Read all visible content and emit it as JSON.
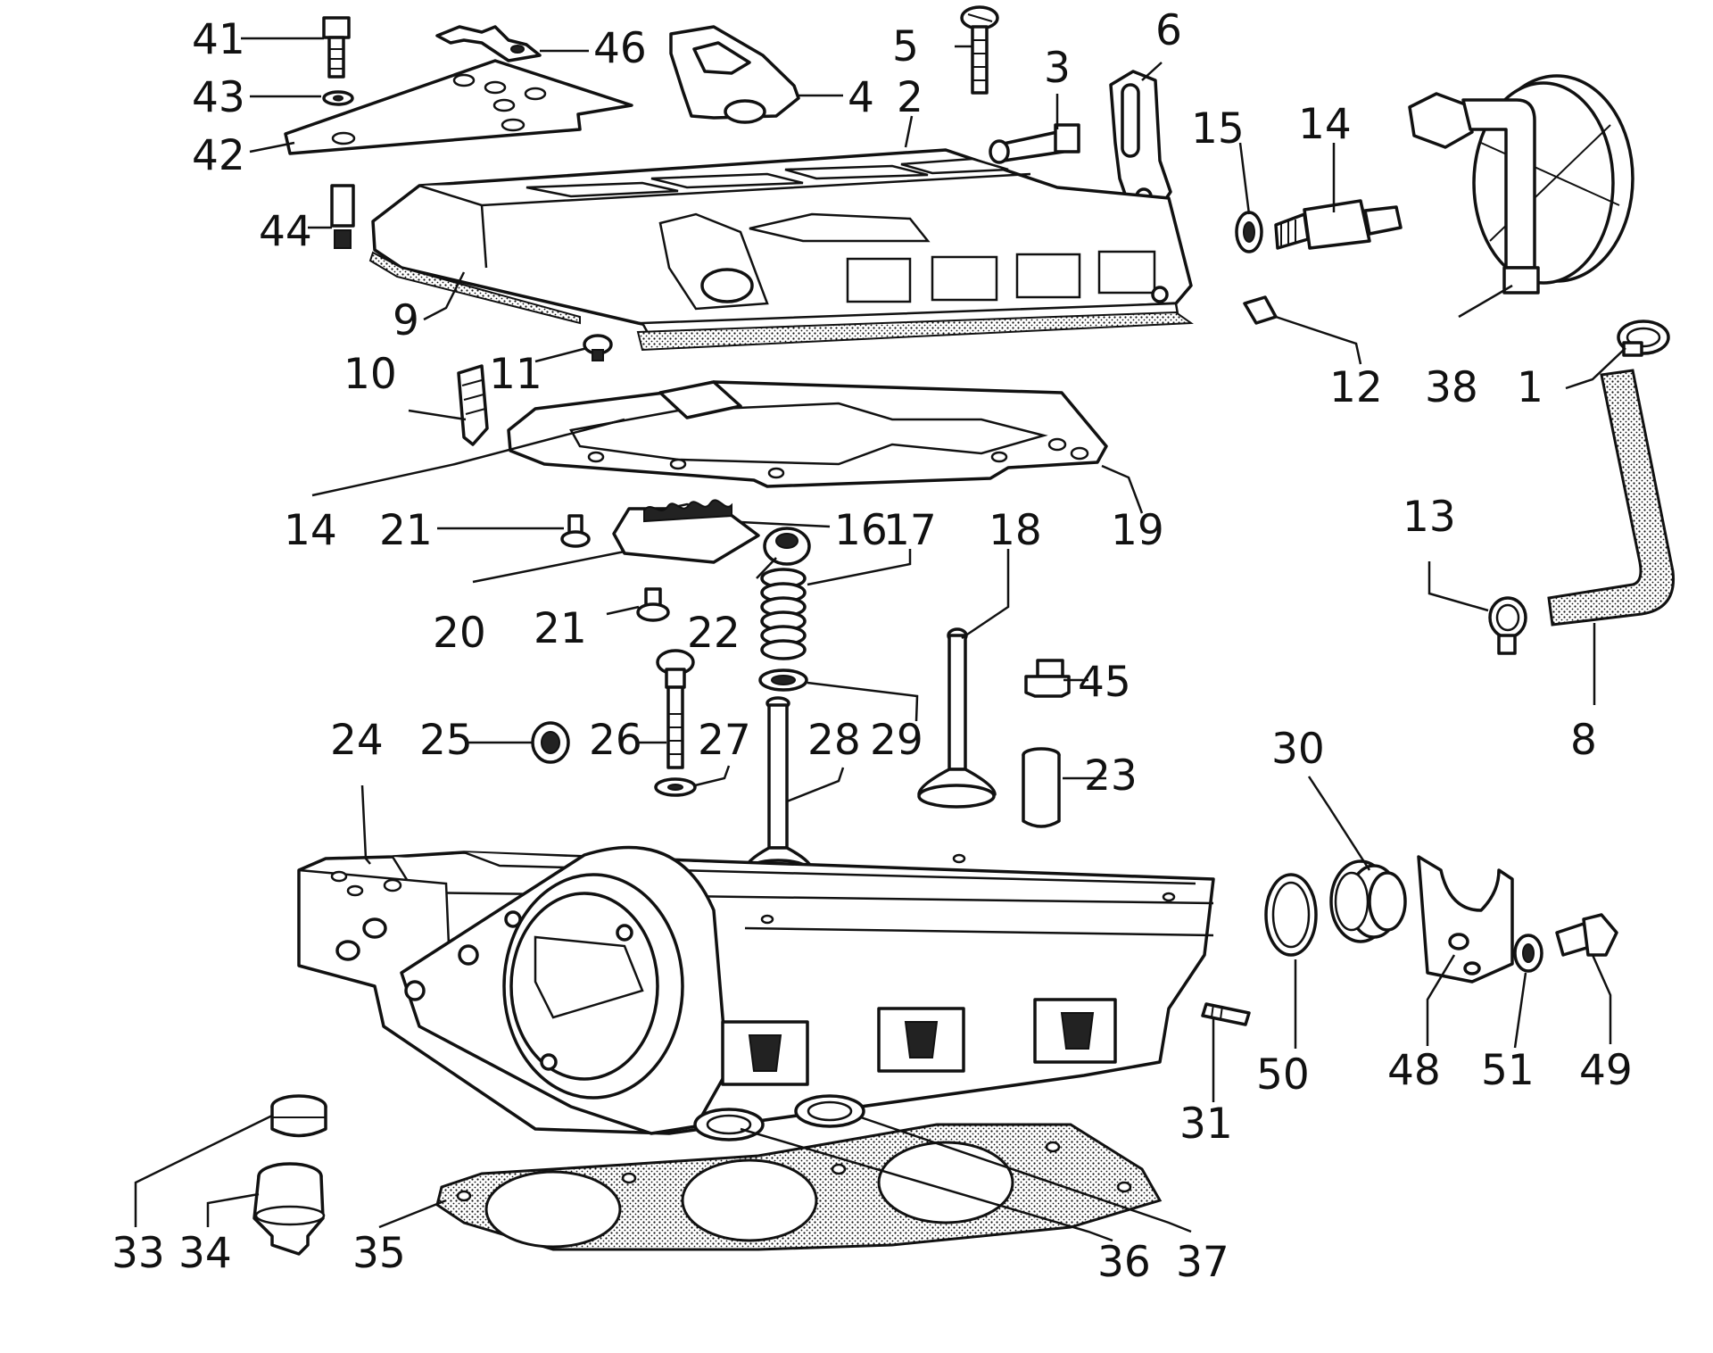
{
  "diagram": {
    "callouts": [
      "41",
      "43",
      "42",
      "44",
      "46",
      "4",
      "5",
      "2",
      "3",
      "6",
      "15",
      "14",
      "38",
      "9",
      "11",
      "10",
      "12",
      "1",
      "14",
      "21",
      "16",
      "17",
      "18",
      "19",
      "13",
      "20",
      "21",
      "22",
      "45",
      "8",
      "24",
      "25",
      "26",
      "27",
      "28",
      "29",
      "23",
      "30",
      "50",
      "48",
      "51",
      "49",
      "31",
      "33",
      "34",
      "35",
      "36",
      "37"
    ]
  },
  "colors": {
    "ink": "#111111",
    "background": "#ffffff"
  }
}
